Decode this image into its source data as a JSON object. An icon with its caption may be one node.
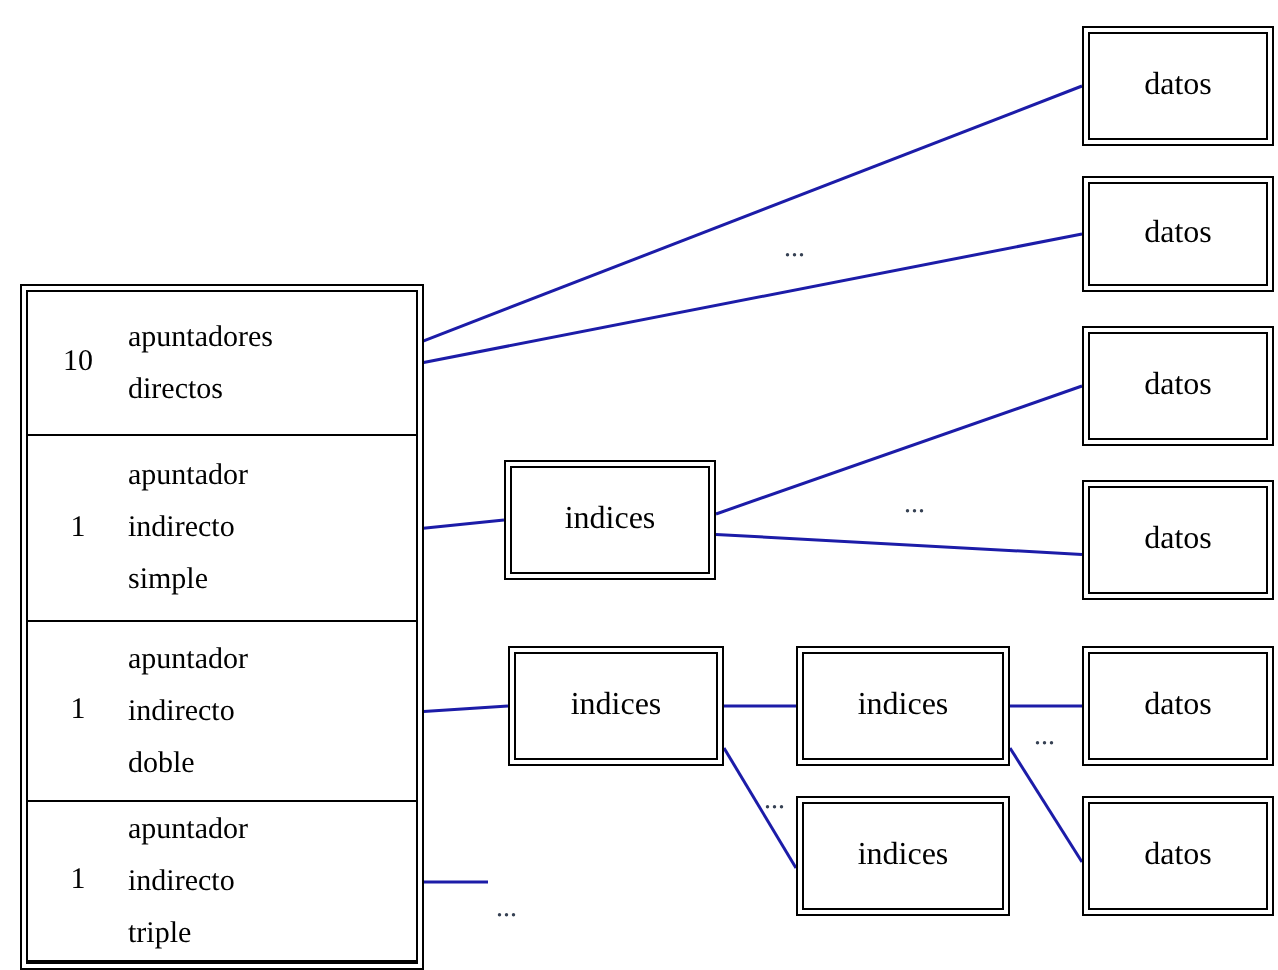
{
  "diagram": {
    "nodes": [
      {
        "text": [],
        "shape": "box"
      },
      {
        "text": [
          "10",
          "apuntadores directos"
        ],
        "in": 0
      },
      {
        "text": [
          "1",
          "apuntador indirecto simple"
        ],
        "in": 0
      },
      {
        "text": [
          "1",
          "apuntador indirecto doble"
        ],
        "in": 0
      },
      {
        "text": [
          "1",
          "apuntador indirecto triple"
        ],
        "in": 0
      },
      {
        "text": [
          "datos"
        ]
      },
      {
        "text": [
          "datos"
        ]
      },
      {
        "text": [
          "datos"
        ]
      },
      {
        "text": [
          "indices"
        ]
      },
      {
        "text": [
          "datos"
        ]
      },
      {
        "text": [
          "indices"
        ]
      },
      {
        "text": [
          "indices"
        ]
      },
      {
        "text": [
          "datos"
        ]
      },
      {
        "text": [
          "indices"
        ]
      },
      {
        "text": [
          "datos"
        ]
      }
    ],
    "edges": [
      {
        "from": 1,
        "to": 5,
        "arrow": "none",
        "color": "#1c1ca8"
      },
      {
        "from": 1,
        "to": 6,
        "arrow": "none",
        "color": "#1c1ca8"
      },
      {
        "from": 2,
        "to": 8,
        "arrow": "none",
        "color": "#1c1ca8"
      },
      {
        "from": 8,
        "to": 7,
        "arrow": "none",
        "color": "#1c1ca8"
      },
      {
        "from": 8,
        "to": 9,
        "arrow": "none",
        "color": "#1c1ca8"
      },
      {
        "from": 3,
        "to": 10,
        "arrow": "none",
        "color": "#1c1ca8"
      },
      {
        "from": 10,
        "to": 11,
        "arrow": "none",
        "color": "#1c1ca8"
      },
      {
        "from": 10,
        "to": 13,
        "arrow": "none",
        "color": "#1c1ca8"
      },
      {
        "from": 11,
        "to": 12,
        "arrow": "none",
        "color": "#1c1ca8"
      },
      {
        "from": 11,
        "to": 14,
        "arrow": "none",
        "color": "#1c1ca8"
      },
      {
        "from": 4,
        "to": null,
        "arrow": "none",
        "color": "#1c1ca8"
      }
    ],
    "labels": [
      "...",
      "...",
      "...",
      "...",
      "..."
    ]
  }
}
